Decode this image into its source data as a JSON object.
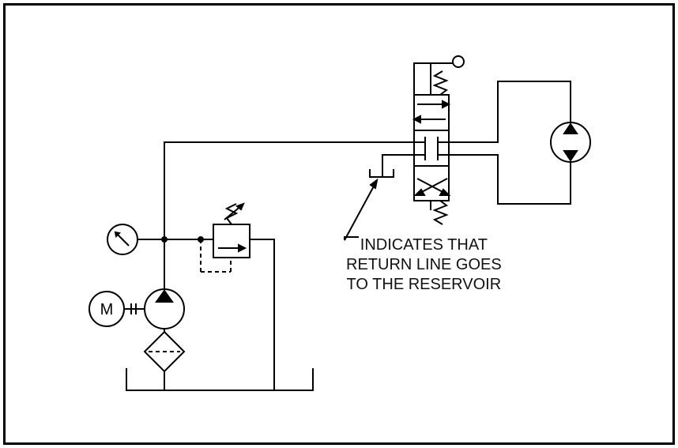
{
  "motor_label": "M",
  "annotation": {
    "lines": [
      "INDICATES THAT",
      "RETURN LINE GOES",
      "TO THE RESERVOIR"
    ]
  },
  "colors": {
    "line": "#000000",
    "background": "#ffffff"
  }
}
